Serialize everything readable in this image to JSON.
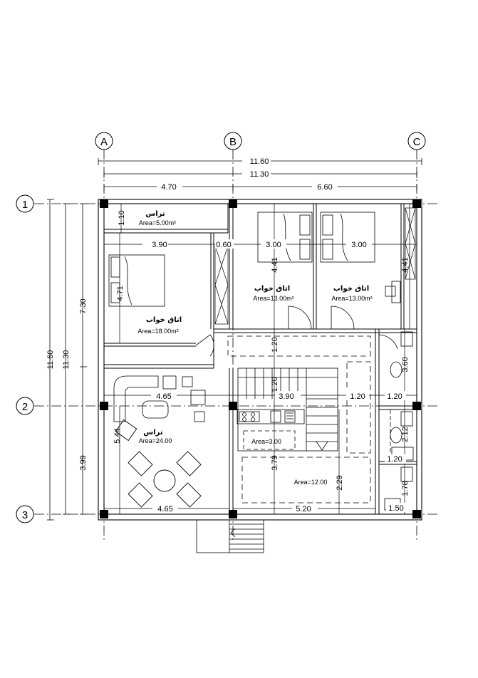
{
  "grid": {
    "a": "A",
    "b": "B",
    "c": "C",
    "r1": "1",
    "r2": "2",
    "r3": "3"
  },
  "dims": {
    "top_total": "11.60",
    "top_inner": "11.30",
    "top_left": "4.70",
    "top_right": "6.60",
    "left_total": "11.60",
    "left_inner": "11.30",
    "left_upper": "7.30",
    "left_lower": "3.99",
    "terrace_depth": "1.10",
    "master_width": "3.90",
    "closet_width": "0.60",
    "bed2_width": "3.00",
    "bed3_width": "3.00",
    "master_depth": "4.71",
    "bed_height": "4.41",
    "bed_height_right": "4.41",
    "corridor": "1.20",
    "stair_width": "1.20",
    "living_span": "4.65",
    "stair_span": "3.90",
    "right_span": "1.20",
    "bath1_w": "1.20",
    "bath2_w": "1.20",
    "bath1_h": "3.60",
    "bath2_h": "2.12",
    "wc_h": "1.78",
    "wc_w": "1.50",
    "living_h": "5.44",
    "hall_h": "3.79",
    "kitchen_h": "2.29",
    "living_bottom": "4.65",
    "hall_bottom": "5.20"
  },
  "rooms": {
    "terrace_top": {
      "name": "تراس",
      "area": "Area=5.00m²"
    },
    "master_bed": {
      "name": "اتاق خواب",
      "area": "Area=18.00m²"
    },
    "bed2": {
      "name": "اتاق خواب",
      "area": "Area=13.00m²"
    },
    "bed3": {
      "name": "اتاق خواب",
      "area": "Area=13.00m²"
    },
    "living": {
      "name": "تراس",
      "area": "Area=24.00"
    },
    "kitchen": {
      "area": "Area=3.00"
    },
    "hall": {
      "area": "Area=12.00"
    }
  }
}
